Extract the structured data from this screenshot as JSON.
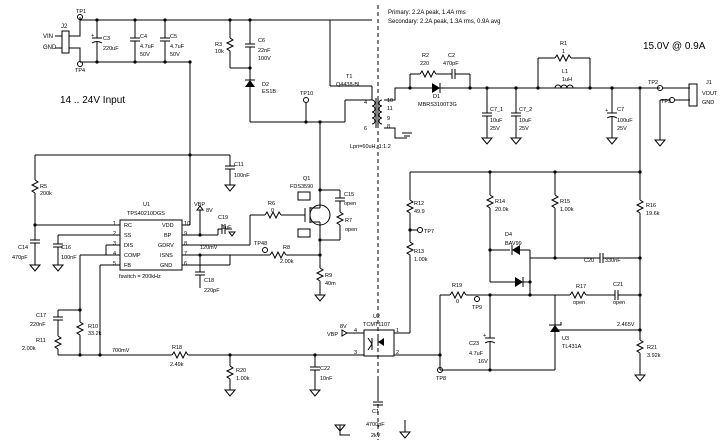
{
  "header": {
    "primary_spec": "Primary: 2.2A peak, 1.4A rms",
    "secondary_spec": "Secondary: 2.2A peak, 1.3A rms, 0.9A avg"
  },
  "input": {
    "range": "14 .. 24V Input",
    "vin": "VIN",
    "gnd": "GND",
    "connector": "J2",
    "tp_top": "TP1",
    "tp_bot": "TP4"
  },
  "output": {
    "spec": "15.0V @ 0.9A",
    "vout": "VOUT",
    "gnd": "GND",
    "connector": "J1",
    "tp_a": "TP2",
    "tp_b": "TP3"
  },
  "components": {
    "C3": [
      "C3",
      "220uF"
    ],
    "C4": [
      "C4",
      "4.7uF",
      "50V"
    ],
    "C5": [
      "C5",
      "4.7uF",
      "50V"
    ],
    "R3": [
      "R3",
      "10k"
    ],
    "C6": [
      "C6",
      "22nF",
      "100V"
    ],
    "D2": [
      "D2",
      "ES1B"
    ],
    "TP10": "TP10",
    "T1": [
      "T1",
      "Q4438-BL"
    ],
    "T1_pins": [
      "10",
      "11",
      "9",
      "8",
      "4",
      "6"
    ],
    "T1_note": "Lpri=60uH, 1:1.2",
    "R2": [
      "R2",
      "220"
    ],
    "C2": [
      "C2",
      "470pF"
    ],
    "D1": [
      "D1",
      "MBRS3100T3G"
    ],
    "R1": [
      "R1",
      "1"
    ],
    "L1": [
      "L1",
      "1uH"
    ],
    "C7_1": [
      "C7_1",
      "10uF",
      "25V"
    ],
    "C7_2": [
      "C7_2",
      "10uF",
      "25V"
    ],
    "C7": [
      "C7",
      "100uF",
      "25V"
    ],
    "C11": [
      "C11",
      "100nF"
    ],
    "R5": [
      "R5",
      "200k"
    ],
    "U1": [
      "U1",
      "TPS40210DGS"
    ],
    "U1_pins_left": [
      "RC",
      "SS",
      "DIS",
      "COMP",
      "FB"
    ],
    "U1_pins_right": [
      "VDD",
      "BP",
      "GDRV",
      "ISNS",
      "GND"
    ],
    "U1_pinnums_left": [
      "1",
      "2",
      "3",
      "4",
      "5"
    ],
    "U1_pinnums_right": [
      "10",
      "9",
      "8",
      "7",
      "6"
    ],
    "U1_freq": "fswitch = 200kHz",
    "VBP1": "VBP",
    "VBP1_v": "8V",
    "C19": [
      "C19",
      "1uF"
    ],
    "R6": [
      "R6",
      "0"
    ],
    "Q1": [
      "Q1",
      "FDS3590"
    ],
    "C15": [
      "C15",
      "open"
    ],
    "R7": [
      "R7",
      "open"
    ],
    "TP48": "TP48",
    "R8": [
      "R8",
      "2.00k"
    ],
    "V120": "120mV",
    "C18": [
      "C18",
      "220pF"
    ],
    "R9": [
      "R9",
      "40m"
    ],
    "C14": [
      "C14",
      "470pF"
    ],
    "C16": [
      "C16",
      "100nF"
    ],
    "C17": [
      "C17",
      "220nF"
    ],
    "R10": [
      "R10",
      "33.2k"
    ],
    "R11": [
      "R11",
      "2.00k"
    ],
    "V700": "700mV",
    "R18": [
      "R18",
      "2.49k"
    ],
    "R20": [
      "R20",
      "1.00k"
    ],
    "C22": [
      "C22",
      "10nF"
    ],
    "U2": [
      "U2",
      "TCMT1107"
    ],
    "VBP2": "VBP",
    "VBP2_v": "8V",
    "U2_pins": [
      "4",
      "1",
      "3",
      "2"
    ],
    "R12": [
      "R12",
      "49.9"
    ],
    "TP7": "TP7",
    "R13": [
      "R13",
      "1.00k"
    ],
    "R14": [
      "R14",
      "20.0k"
    ],
    "D4": [
      "D4",
      "BAV99"
    ],
    "R15": [
      "R15",
      "1.00k"
    ],
    "R16": [
      "R16",
      "19.6k"
    ],
    "C20": [
      "C20",
      "330nF"
    ],
    "R19": [
      "R19",
      "0"
    ],
    "TP9": "TP9",
    "R17": [
      "R17",
      "open"
    ],
    "C21": [
      "C21",
      "open"
    ],
    "V2465": "2.465V",
    "C23": [
      "C23",
      "4.7uF",
      "16V"
    ],
    "U3": [
      "U3",
      "TL431A"
    ],
    "R21": [
      "R21",
      "3.92k"
    ],
    "TP8": "TP8",
    "C1": [
      "C1",
      "4700pF",
      "2kV"
    ]
  }
}
